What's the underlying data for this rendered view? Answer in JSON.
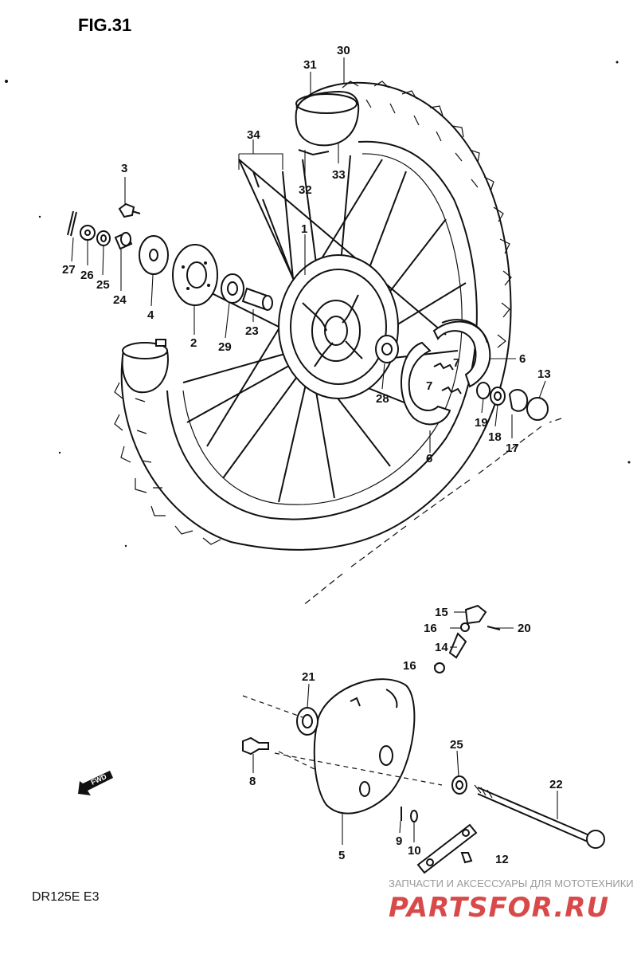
{
  "figure": {
    "title": "FIG.31",
    "model_code": "DR125E E3"
  },
  "callouts": {
    "c1": "1",
    "c2": "2",
    "c3": "3",
    "c4": "4",
    "c5": "5",
    "c6a": "6",
    "c6b": "6",
    "c7a": "7",
    "c7b": "7",
    "c8": "8",
    "c9": "9",
    "c10": "10",
    "c12": "12",
    "c13": "13",
    "c14": "14",
    "c15": "15",
    "c16a": "16",
    "c16b": "16",
    "c17": "17",
    "c18": "18",
    "c19": "19",
    "c20": "20",
    "c21": "21",
    "c22": "22",
    "c23": "23",
    "c24": "24",
    "c25a": "25",
    "c25b": "25",
    "c26": "26",
    "c27": "27",
    "c28": "28",
    "c29": "29",
    "c30": "30",
    "c31": "31",
    "c32": "32",
    "c33": "33",
    "c34": "34"
  },
  "fwd_arrow": {
    "label": "FWD",
    "icon": "fwd-arrow-icon"
  },
  "watermark": {
    "tagline": "ЗАПЧАСТИ И АКСЕССУАРЫ ДЛЯ МОТОТЕХНИКИ",
    "brand": "PARTSFOR.RU",
    "brand_color": "#d84a4a"
  }
}
